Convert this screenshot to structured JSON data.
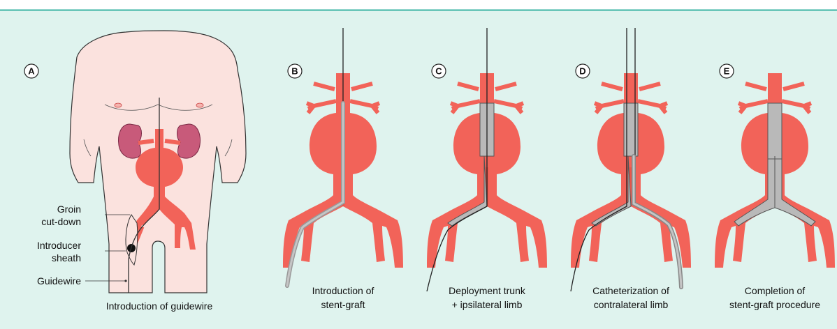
{
  "colors": {
    "background": "#dff3ee",
    "border": "#39b3a3",
    "skin": "#fbe2de",
    "artery": "#f26359",
    "kidney": "#c85a7a",
    "graft": "#b9b9b9",
    "outline": "#333333"
  },
  "panels": [
    {
      "letter": "A",
      "caption_lines": [
        "Introduction of guidewire"
      ]
    },
    {
      "letter": "B",
      "caption_lines": [
        "Introduction of",
        "stent-graft"
      ]
    },
    {
      "letter": "C",
      "caption_lines": [
        "Deployment trunk",
        "+ ipsilateral limb"
      ]
    },
    {
      "letter": "D",
      "caption_lines": [
        "Catheterization of",
        "contralateral limb"
      ]
    },
    {
      "letter": "E",
      "caption_lines": [
        "Completion of",
        "stent-graft procedure"
      ]
    }
  ],
  "callouts": {
    "groin": [
      "Groin",
      "cut-down"
    ],
    "sheath": [
      "Introducer",
      "sheath"
    ],
    "guidewire": "Guidewire"
  }
}
